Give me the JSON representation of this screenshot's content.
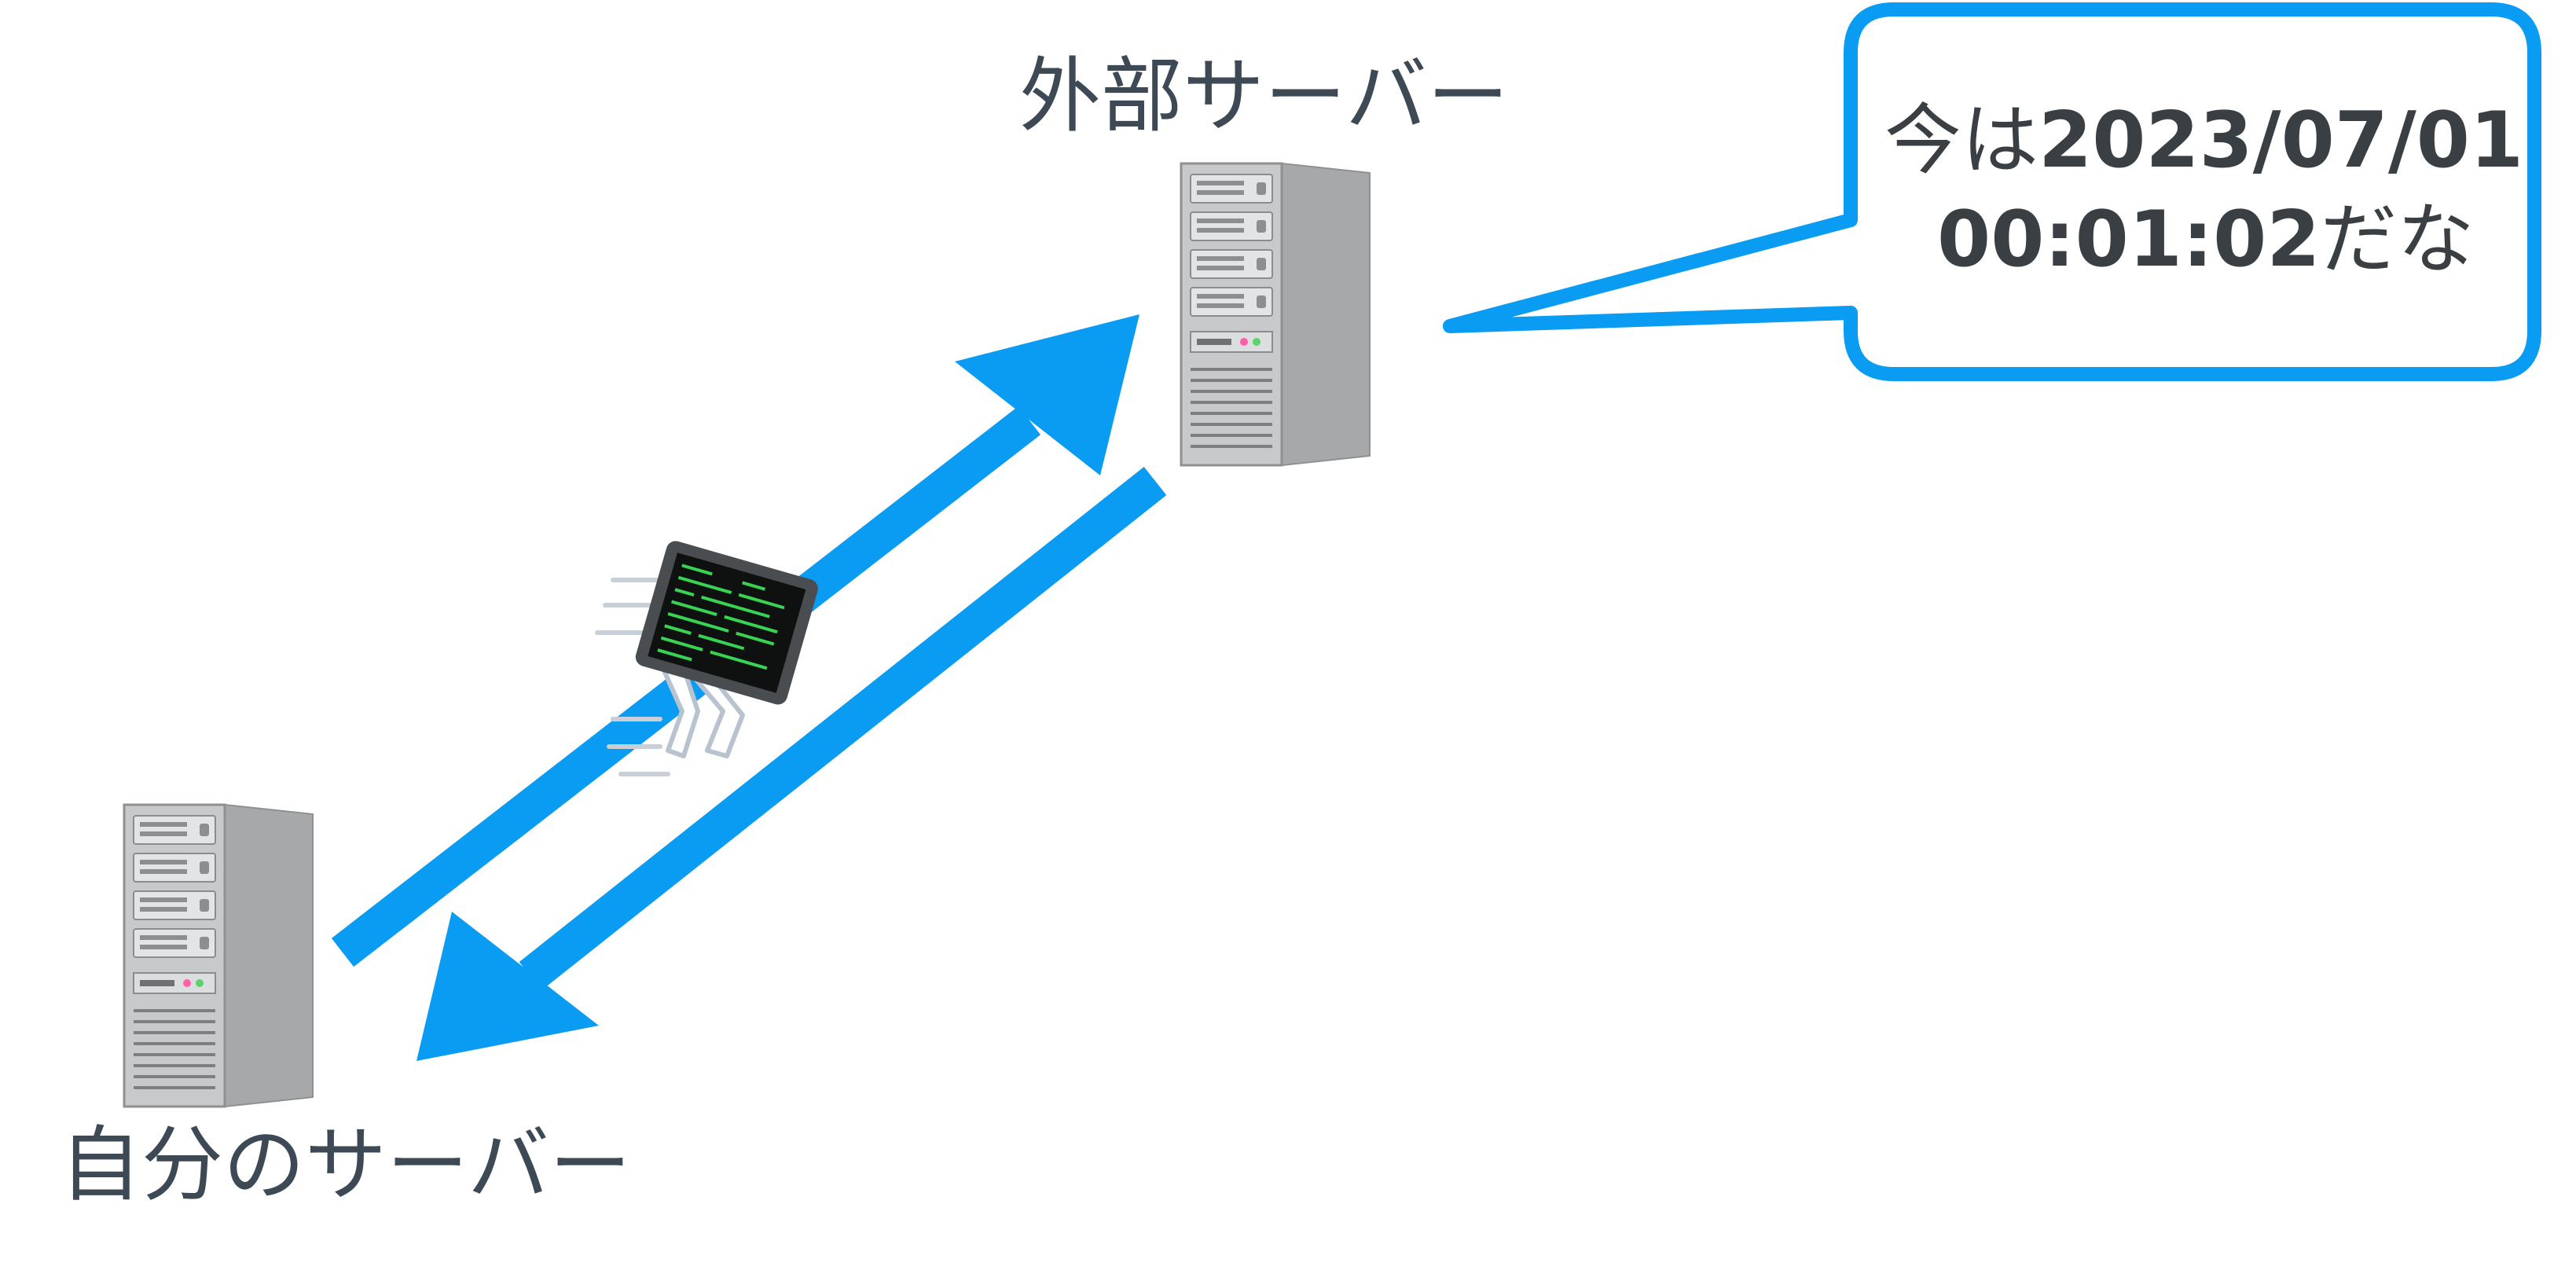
{
  "labels": {
    "external_server": "外部サーバー",
    "own_server": "自分のサーバー"
  },
  "bubble": {
    "line1_prefix": "今は",
    "line1_date": "2023/07/01",
    "line2_time": "00:01:02",
    "line2_suffix": "だな"
  },
  "colors": {
    "arrow": "#0a9bf2",
    "bubble_border": "#0a9bf2",
    "label_text": "#3d4a55",
    "bubble_text": "#3a3f44",
    "server_body": "#c7c8ca",
    "server_side": "#a9aaac",
    "screen_bg": "#111111",
    "code_text": "#39d353"
  },
  "icons": {
    "external_server": "server-tower-icon",
    "own_server": "server-tower-icon",
    "courier": "running-screen-courier-icon"
  }
}
